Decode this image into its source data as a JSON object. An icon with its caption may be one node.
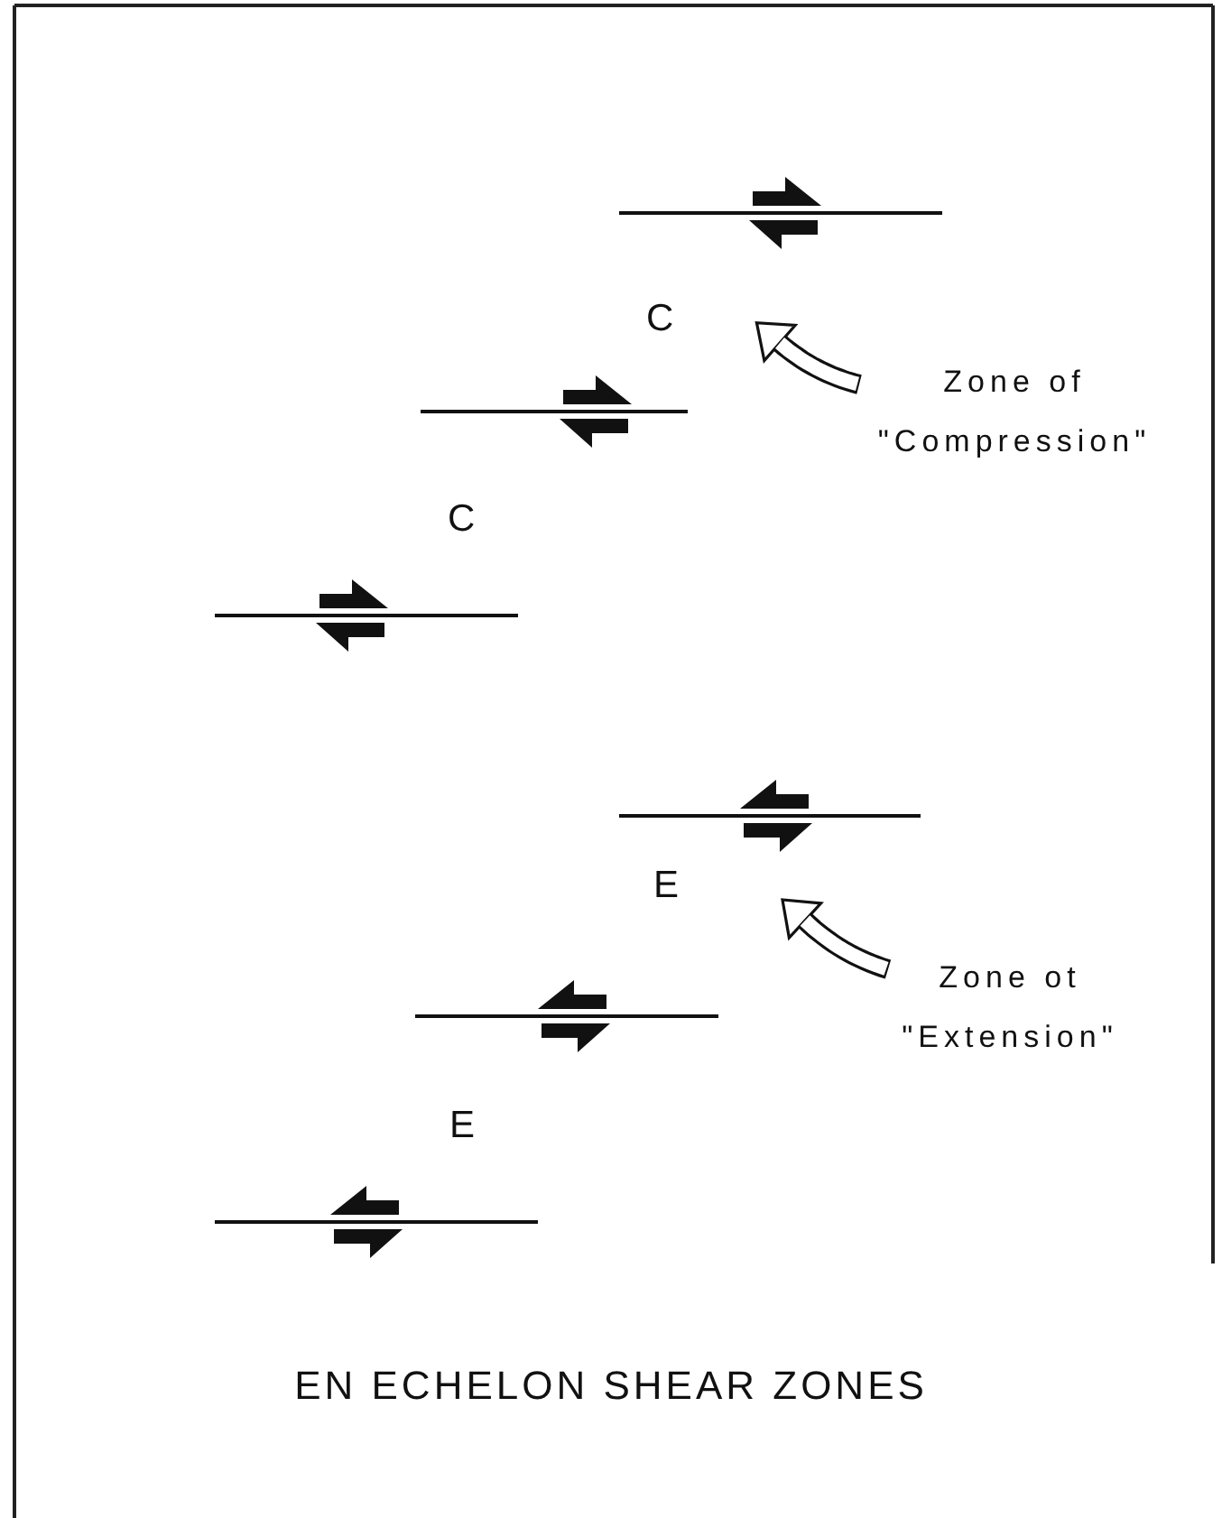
{
  "diagram": {
    "title": "EN ECHELON SHEAR ZONES",
    "nodes": [
      {
        "text": [
          "Zone of \"Compression\""
        ]
      },
      {
        "text": [
          "Zone ot \"Extension\""
        ]
      }
    ],
    "edges": [
      {
        "from": 0,
        "to": null,
        "arrow": "to"
      },
      {
        "from": 1,
        "to": null,
        "arrow": "to"
      }
    ],
    "labels": [
      "C",
      "C",
      "E",
      "E"
    ]
  }
}
